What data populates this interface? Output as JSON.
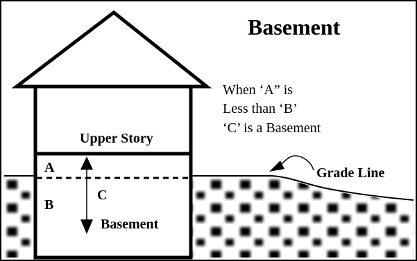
{
  "title": "Basement",
  "caption": {
    "line1": "When ‘A” is",
    "line2": "Less than ‘B’",
    "line3": "‘C’ is a Basement"
  },
  "labels": {
    "upper_story": "Upper Story",
    "a": "A",
    "b": "B",
    "c": "C",
    "basement": "Basement",
    "grade_line": "Grade Line"
  },
  "colors": {
    "ink": "#000000",
    "background": "#ffffff",
    "soil_light": "#ffffff",
    "soil_dark": "#000000"
  }
}
